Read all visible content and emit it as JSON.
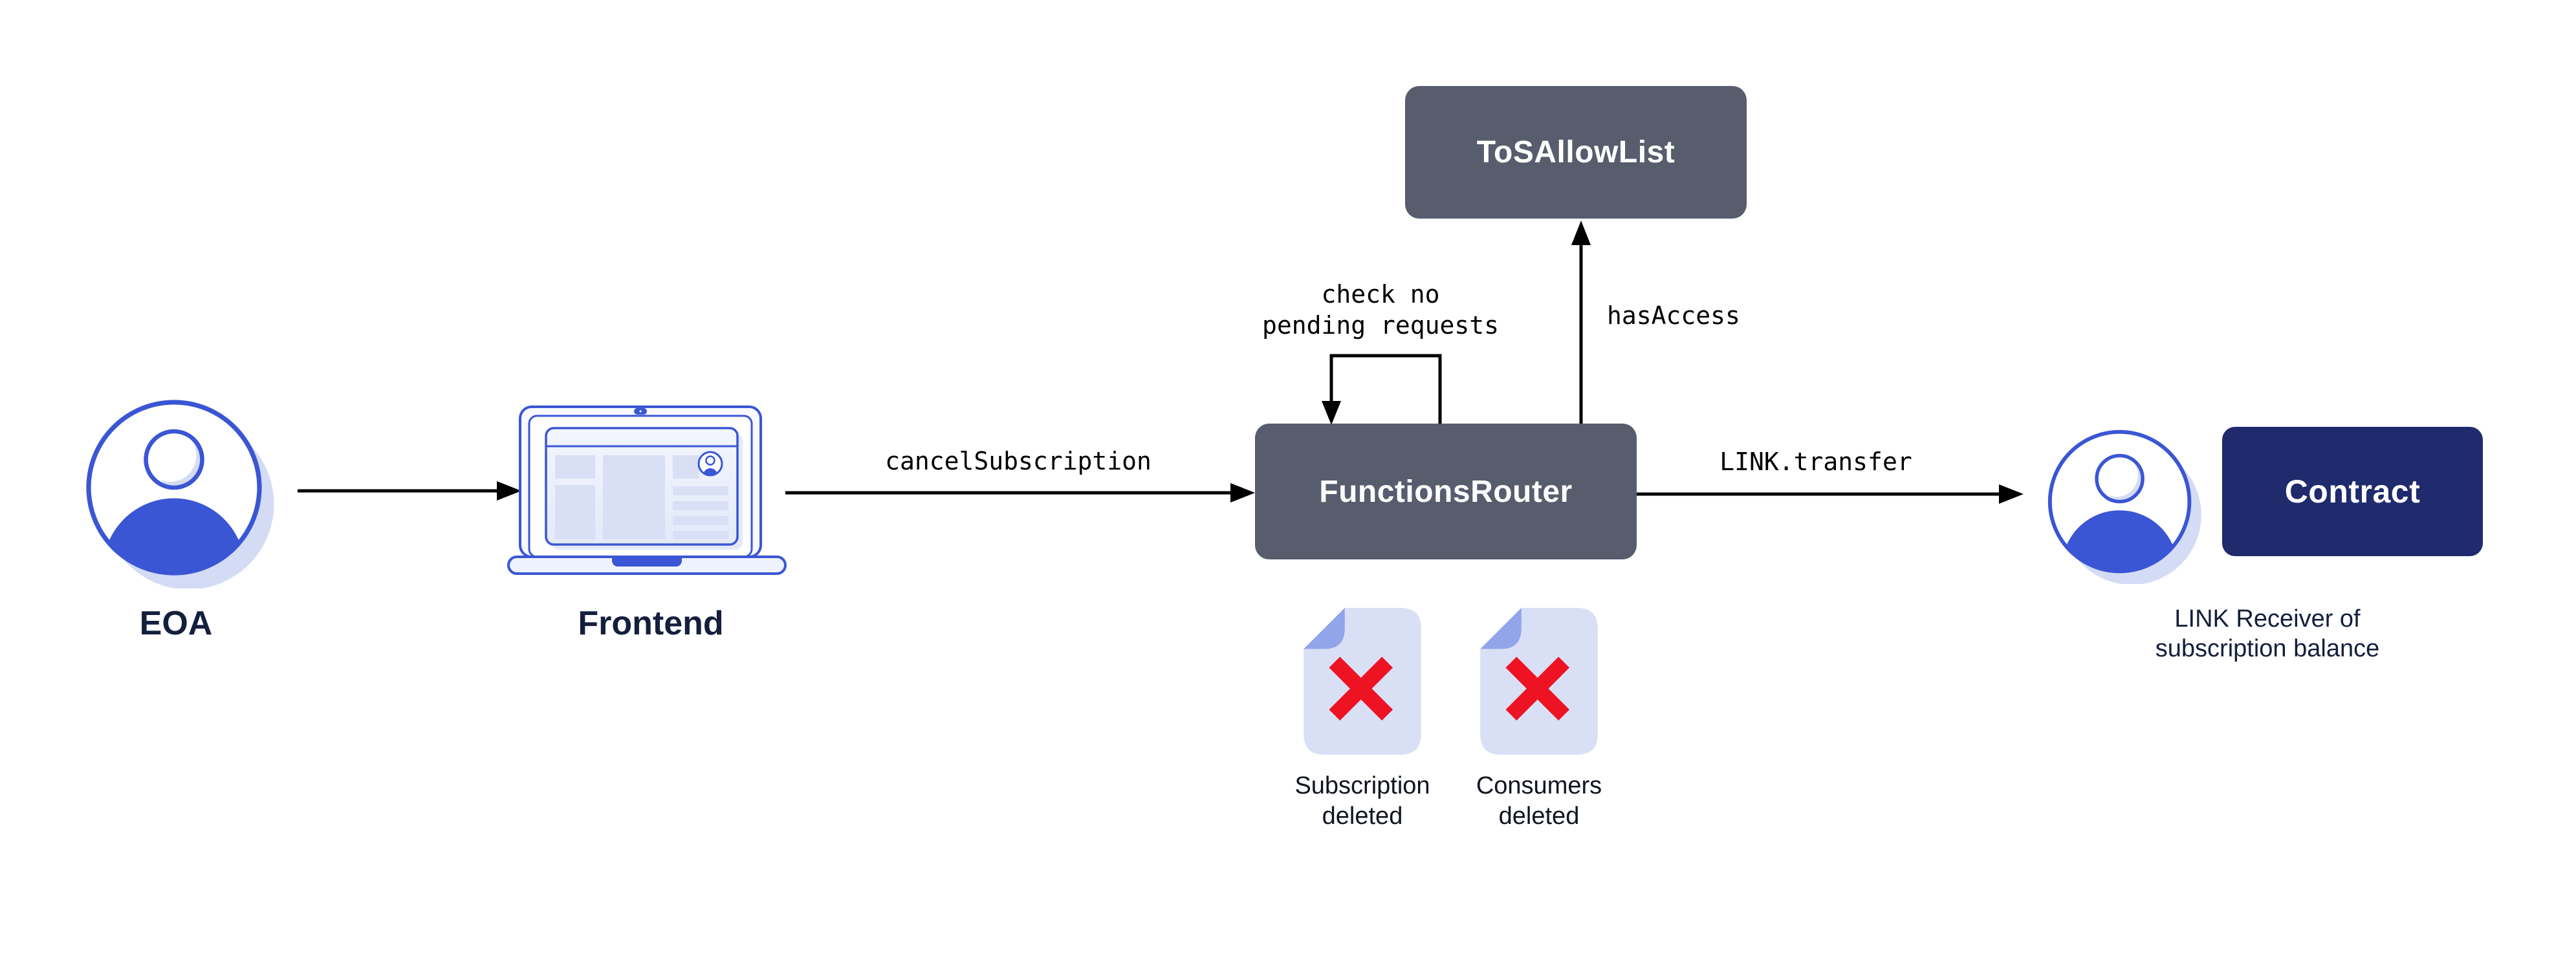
{
  "colors": {
    "background": "#ffffff",
    "node_slate": "#575d6c",
    "node_navy": "#1f2b6d",
    "accent_blue": "#3a56d4",
    "light_lavender": "#d9e0f6",
    "fold_blue": "#92a4ea",
    "shadow_lavender": "#d4dcf5",
    "delete_red": "#ee1322",
    "arrow_black": "#000000",
    "label_dark": "#141f3c"
  },
  "nodes": {
    "eoa": {
      "label": "EOA"
    },
    "frontend": {
      "label": "Frontend"
    },
    "functions_router": {
      "label": "FunctionsRouter"
    },
    "tos_allow_list": {
      "label": "ToSAllowList"
    },
    "contract": {
      "label": "Contract"
    },
    "link_receiver": {
      "line1": "LINK Receiver of",
      "line2": "subscription balance"
    }
  },
  "edges": {
    "frontend_to_router": {
      "label": "cancelSubscription"
    },
    "router_self_check": {
      "line1": "check no",
      "line2": "pending requests"
    },
    "router_to_tos": {
      "label": "hasAccess"
    },
    "router_to_receiver": {
      "label": "LINK.transfer"
    }
  },
  "artifacts": {
    "subscription_deleted": {
      "line1": "Subscription",
      "line2": "deleted"
    },
    "consumers_deleted": {
      "line1": "Consumers",
      "line2": "deleted"
    }
  }
}
